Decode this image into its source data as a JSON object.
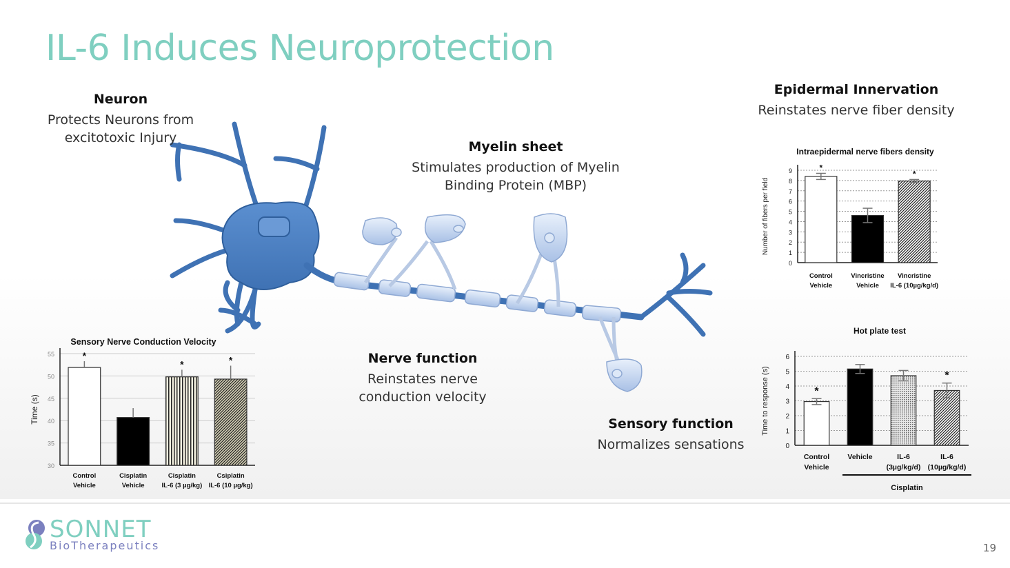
{
  "slide": {
    "title": "IL-6 Induces Neuroprotection",
    "page_number": "19",
    "colors": {
      "title": "#7fcfc0",
      "neuron": "#4a7fc1",
      "myelin": "#c8d9f2",
      "logo_purple": "#7b80bf",
      "logo_teal": "#7fcfc0"
    }
  },
  "sections": {
    "neuron": {
      "heading": "Neuron",
      "text_lines": [
        "Protects Neurons from",
        "excitotoxic Injury"
      ]
    },
    "myelin": {
      "heading": "Myelin sheet",
      "text_lines": [
        "Stimulates production of Myelin",
        "Binding Protein (MBP)"
      ]
    },
    "nerve": {
      "heading": "Nerve function",
      "text_lines": [
        "Reinstates nerve",
        "conduction velocity"
      ]
    },
    "sensory": {
      "heading": "Sensory function",
      "text_lines": [
        "Normalizes sensations"
      ]
    },
    "epidermal": {
      "heading": "Epidermal Innervation",
      "text_lines": [
        "Reinstates nerve fiber density"
      ]
    }
  },
  "logo": {
    "name": "SONNET",
    "sub": "BioTherapeutics"
  },
  "chart_data": [
    {
      "id": "ienf",
      "type": "bar",
      "title": "Intraepidermal nerve fibers density",
      "ylabel": "Number of fibers per field",
      "xlabel": "",
      "ylim": [
        0,
        9
      ],
      "yticks": [
        0,
        1,
        2,
        3,
        4,
        5,
        6,
        7,
        8,
        9
      ],
      "grid": true,
      "categories": [
        [
          "Control",
          "Vehicle"
        ],
        [
          "Vincristine",
          "Vehicle"
        ],
        [
          "Vincristine",
          "IL-6 (10µg/kg/d)"
        ]
      ],
      "values": [
        8.4,
        4.6,
        7.95
      ],
      "errors": [
        0.3,
        0.7,
        0.15
      ],
      "significant": [
        true,
        false,
        true
      ],
      "fills": [
        "white",
        "black",
        "diagonal-hatch"
      ]
    },
    {
      "id": "hotplate",
      "type": "bar",
      "title": "Hot plate test",
      "ylabel": "Time to response (s)",
      "xlabel": "",
      "ylim": [
        0,
        6
      ],
      "yticks": [
        0,
        1,
        2,
        3,
        4,
        5,
        6
      ],
      "grid": true,
      "categories": [
        [
          "Control",
          "Vehicle"
        ],
        [
          "Vehicle"
        ],
        [
          "IL-6",
          "(3µg/kg/d)"
        ],
        [
          "IL-6",
          "(10µg/kg/d)"
        ]
      ],
      "values": [
        2.95,
        5.15,
        4.7,
        3.7
      ],
      "errors": [
        0.2,
        0.3,
        0.35,
        0.5
      ],
      "significant": [
        true,
        false,
        false,
        true
      ],
      "fills": [
        "white",
        "black",
        "dots",
        "diagonal-hatch"
      ],
      "group_label": "Cisplatin"
    },
    {
      "id": "sncv",
      "type": "bar",
      "title": "Sensory Nerve Conduction Velocity",
      "ylabel": "Time (s)",
      "xlabel": "",
      "ylim": [
        30,
        55
      ],
      "yticks": [
        30,
        35,
        40,
        45,
        50,
        55
      ],
      "grid": true,
      "categories": [
        [
          "Control",
          "Vehicle"
        ],
        [
          "Cisplatin",
          "Vehicle"
        ],
        [
          "Cisplatin",
          "IL-6 (3 µg/kg)"
        ],
        [
          "Csiplatin",
          "IL-6 (10 µg/kg)"
        ]
      ],
      "values": [
        51.9,
        40.7,
        49.8,
        49.3
      ],
      "errors": [
        1.4,
        2.1,
        1.6,
        3.0
      ],
      "significant": [
        true,
        false,
        true,
        true
      ],
      "fills": [
        "white",
        "black",
        "vertical-stripes",
        "diagonal-hatch"
      ]
    }
  ]
}
